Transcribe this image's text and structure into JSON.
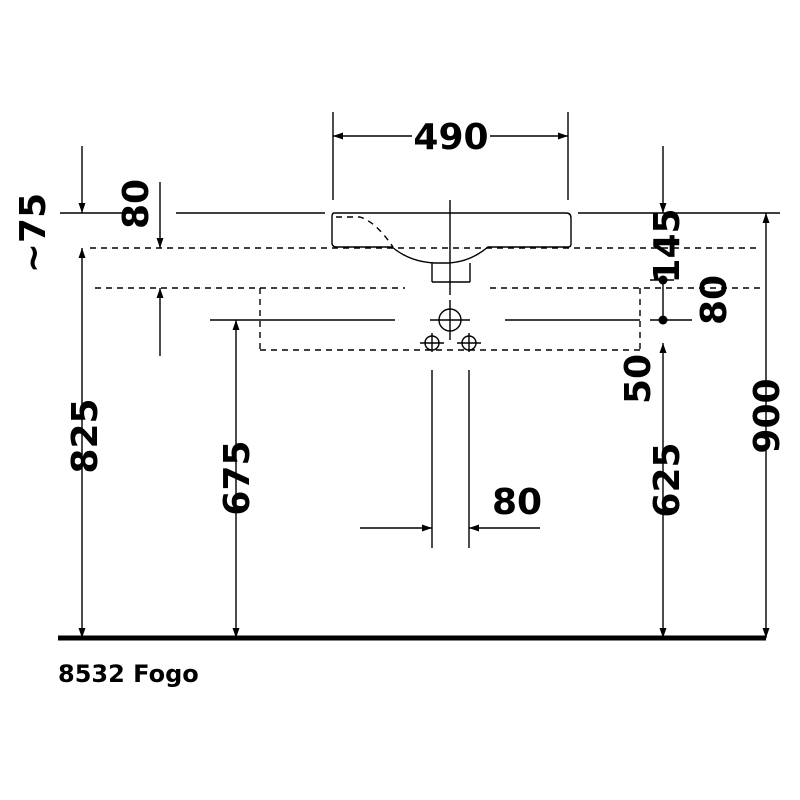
{
  "drawing": {
    "caption": "8532 Fogo",
    "dimensions": {
      "width_490": "490",
      "depth_80_top": "80",
      "approx_75": "~75",
      "height_825": "825",
      "height_675": "675",
      "drain_spacing_80": "80",
      "height_625": "625",
      "offset_50": "50",
      "offset_145": "145",
      "offset_80_right": "80",
      "height_900": "900"
    }
  }
}
